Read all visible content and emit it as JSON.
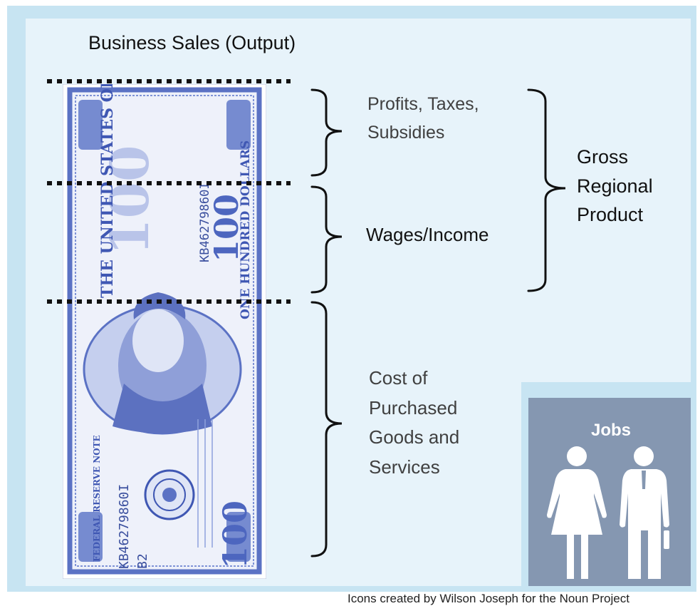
{
  "title": "Business Sales (Output)",
  "segments": {
    "profits": "Profits, Taxes,\nSubsidies",
    "wages": "Wages/Income",
    "cost": "Cost of\nPurchased\nGoods and\nServices"
  },
  "grp_label": "Gross\nRegional\nProduct",
  "jobs_label": "Jobs",
  "credit": "Icons created by Wilson Joseph for the Noun Project",
  "bill": {
    "serial": "KB46279860I",
    "denomination": "100",
    "country_text": "THE UNITED STATES OF AMERICA",
    "note_text": "FEDERAL RESERVE NOTE",
    "denomination_text": "ONE HUNDRED DOLLARS",
    "series_code": "B2"
  },
  "icons": [
    "hundred-dollar-bill-icon",
    "woman-icon",
    "man-icon"
  ],
  "colors": {
    "frame": "#c7e4f2",
    "panel": "#e7f3fa",
    "jobs_box": "#8597b1",
    "bill_blue": "#5b72c4"
  }
}
